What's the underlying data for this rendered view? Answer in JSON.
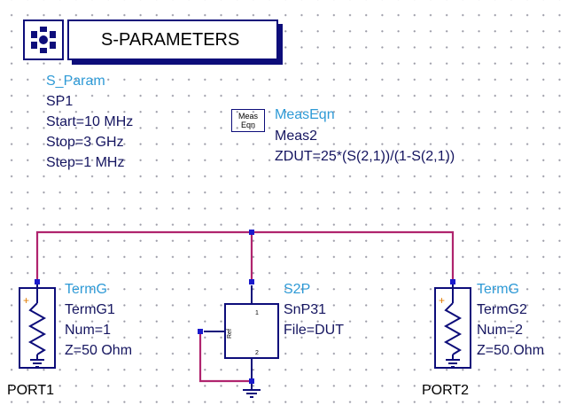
{
  "sparams_header": {
    "title": "S-PARAMETERS",
    "icon": "s-parameters-icon"
  },
  "sparam": {
    "type": "S_Param",
    "name": "SP1",
    "start": "Start=10 MHz",
    "stop": "Stop=3 GHz",
    "step": "Step=1 MHz"
  },
  "meas": {
    "icon_line1": "Meas",
    "icon_line2": "Eqn",
    "type": "MeasEqn",
    "name": "Meas2",
    "expr": "ZDUT=25*(S(2,1))/(1-S(2,1))"
  },
  "term1": {
    "type": "TermG",
    "name": "TermG1",
    "num": "Num=1",
    "z": "Z=50 Ohm",
    "port": "PORT1"
  },
  "term2": {
    "type": "TermG",
    "name": "TermG2",
    "num": "Num=2",
    "z": "Z=50 Ohm",
    "port": "PORT2"
  },
  "s2p": {
    "type": "S2P",
    "name": "SnP31",
    "file": "File=DUT",
    "pin1": "1",
    "pin2": "2",
    "ref": "Ref"
  },
  "colors": {
    "wire": "#b0246e",
    "component": "#0d0d7a",
    "label_type": "#2e9ad6",
    "label_value": "#151560"
  }
}
